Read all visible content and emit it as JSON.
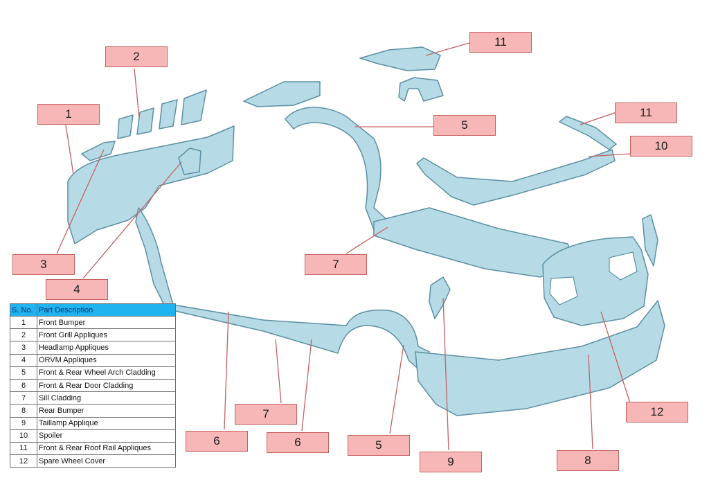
{
  "colors": {
    "part_fill": "#b7dbe6",
    "part_stroke": "#5b8fa3",
    "callout_fill": "#f7b7b7",
    "callout_border": "#c46060",
    "header_fill": "#1fb4ef"
  },
  "callouts": [
    {
      "id": "c1",
      "label": "1"
    },
    {
      "id": "c2",
      "label": "2"
    },
    {
      "id": "c3",
      "label": "3"
    },
    {
      "id": "c4",
      "label": "4"
    },
    {
      "id": "c5a",
      "label": "5"
    },
    {
      "id": "c5b",
      "label": "5"
    },
    {
      "id": "c6a",
      "label": "6"
    },
    {
      "id": "c6b",
      "label": "6"
    },
    {
      "id": "c7a",
      "label": "7"
    },
    {
      "id": "c7b",
      "label": "7"
    },
    {
      "id": "c8",
      "label": "8"
    },
    {
      "id": "c9",
      "label": "9"
    },
    {
      "id": "c10",
      "label": "10"
    },
    {
      "id": "c11a",
      "label": "11"
    },
    {
      "id": "c11b",
      "label": "11"
    },
    {
      "id": "c12",
      "label": "12"
    }
  ],
  "table": {
    "headers": [
      "S. No.",
      "Part Description"
    ],
    "rows": [
      {
        "no": "1",
        "desc": "Front Bumper"
      },
      {
        "no": "2",
        "desc": "Front Grill Appliques"
      },
      {
        "no": "3",
        "desc": "Headlamp Appliques"
      },
      {
        "no": "4",
        "desc": "ORVM Appliques"
      },
      {
        "no": "5",
        "desc": "Front & Rear Wheel Arch Cladding"
      },
      {
        "no": "6",
        "desc": "Front & Rear Door Cladding"
      },
      {
        "no": "7",
        "desc": "Sill Cladding"
      },
      {
        "no": "8",
        "desc": "Rear Bumper"
      },
      {
        "no": "9",
        "desc": "Taillamp Applique"
      },
      {
        "no": "10",
        "desc": "Spoiler"
      },
      {
        "no": "11",
        "desc": "Front & Rear Roof Rail Appliques"
      },
      {
        "no": "12",
        "desc": "Spare Wheel Cover"
      }
    ]
  }
}
